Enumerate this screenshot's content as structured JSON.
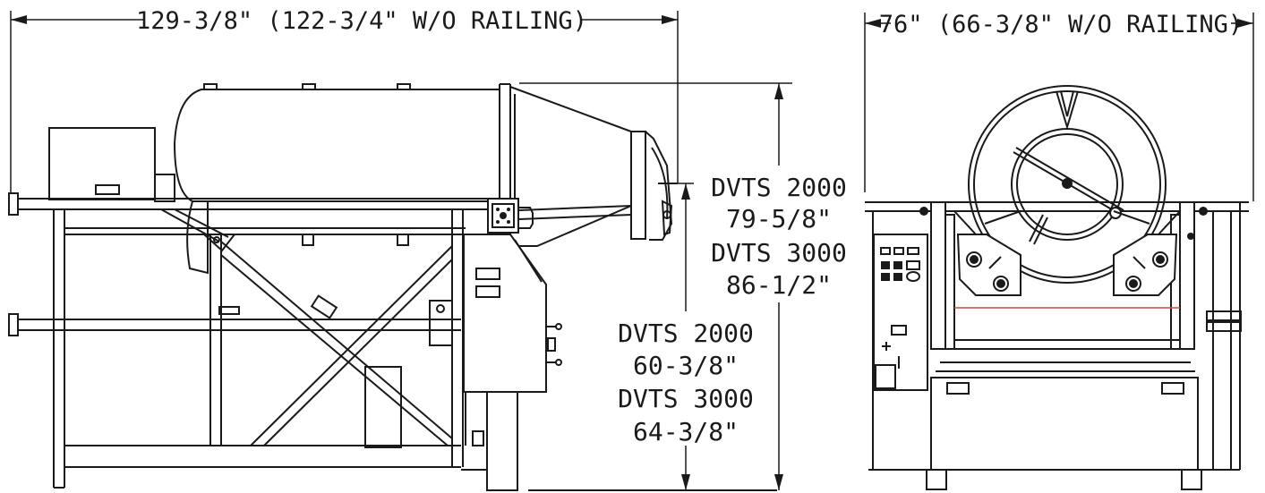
{
  "dimensions": {
    "side_overall_length": "129-3/8\" (122-3/4\" W/O RAILING)",
    "front_overall_width": "76\" (66-3/8\" W/O RAILING)",
    "overall_height": {
      "line1": "DVTS 2000",
      "line2": "79-5/8\"",
      "line3": "DVTS 3000",
      "line4": "86-1/2\""
    },
    "discharge_height": {
      "line1": "DVTS 2000",
      "line2": "60-3/8\"",
      "line3": "DVTS 3000",
      "line4": "64-3/8\""
    }
  },
  "colors": {
    "line": "#1a1a1a",
    "accent_red": "#c94a4a",
    "background": "#ffffff"
  }
}
